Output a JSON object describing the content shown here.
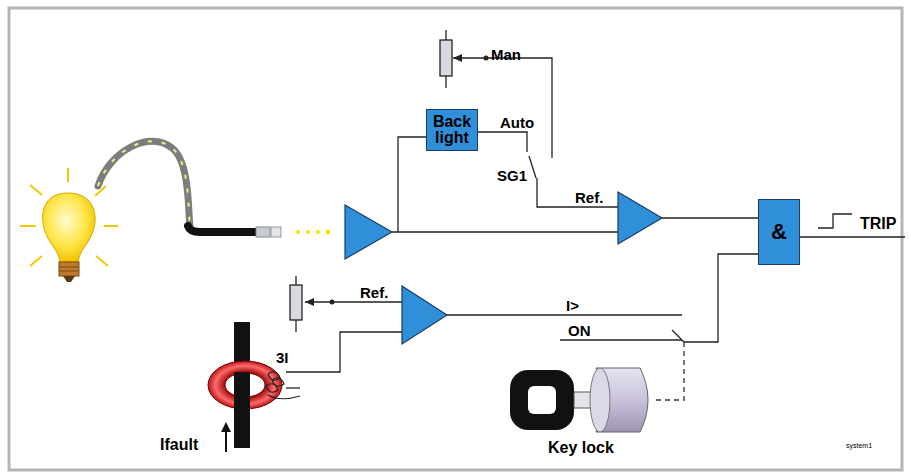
{
  "diagram": {
    "nodes": [
      {
        "text": [
          "Back light"
        ]
      },
      {
        "text": [
          "&"
        ]
      }
    ],
    "labels": [
      "Man",
      "Auto",
      "SG1",
      "Ref.",
      "TRIP",
      "Ref.",
      "3I",
      "I>",
      "ON",
      "Ifault",
      "Key lock",
      "system1"
    ]
  }
}
